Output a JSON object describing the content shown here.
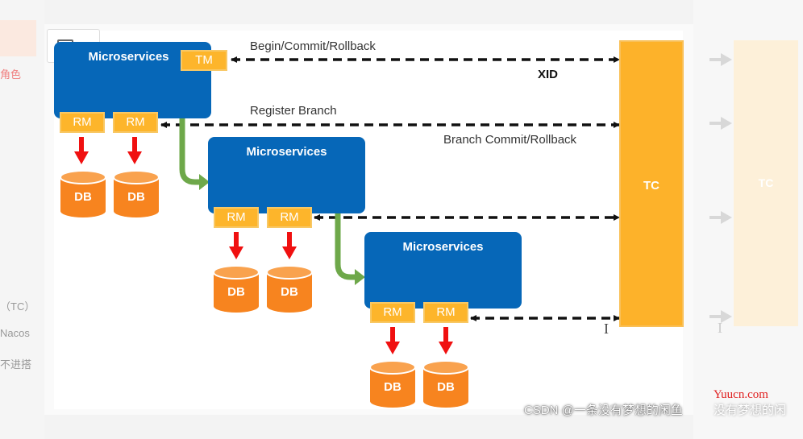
{
  "diagram": {
    "microservices": [
      {
        "label": "Microservices",
        "tm_label": "TM",
        "rm_labels": [
          "RM",
          "RM"
        ],
        "db_labels": [
          "DB",
          "DB"
        ]
      },
      {
        "label": "Microservices",
        "rm_labels": [
          "RM",
          "RM"
        ],
        "db_labels": [
          "DB",
          "DB"
        ]
      },
      {
        "label": "Microservices",
        "rm_labels": [
          "RM",
          "RM"
        ],
        "db_labels": [
          "DB",
          "DB"
        ]
      }
    ],
    "tc_label": "TC",
    "begin_commit_label": "Begin/Commit/Rollback",
    "xid_label": "XID",
    "register_branch_label": "Register Branch",
    "branch_commit_label": "Branch Commit/Rollback",
    "ghost_tc_label": "TC"
  },
  "side_texts": [
    "角色",
    "（TC）",
    "Nacos",
    "不进搭"
  ],
  "watermark": {
    "csdn": "CSDN @一条没有梦想的闲鱼",
    "yuucn": "Yuucn.com",
    "partial": "没有梦想的闲"
  },
  "colors": {
    "microservice_blue": "#0667b8",
    "tag_orange": "#fdb52b",
    "db_orange": "#f7841f",
    "arrow_red": "#f01010",
    "arrow_green": "#6ea84a"
  }
}
